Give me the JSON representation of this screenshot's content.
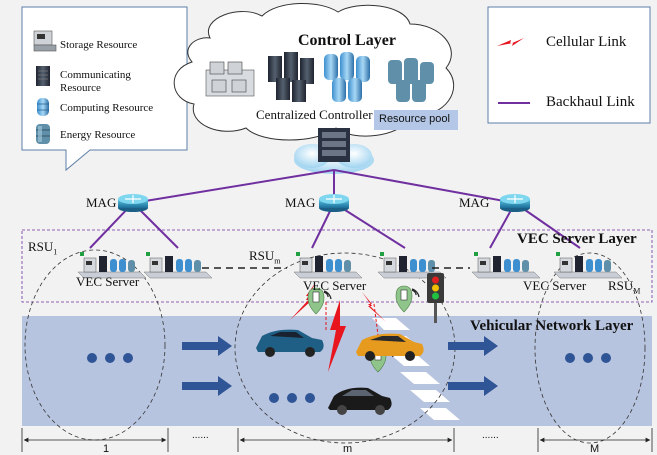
{
  "control": {
    "title": "Control Layer",
    "controller": "Centralized  Controller",
    "pool": "Resource pool"
  },
  "resources_legend": {
    "items": [
      {
        "icon": "storage-icon",
        "text": "Storage Resource"
      },
      {
        "icon": "communicating-icon",
        "text": "Communicating\nResource"
      },
      {
        "icon": "computing-icon",
        "text": "Computing Resource"
      },
      {
        "icon": "energy-icon",
        "text": "Energy Resource"
      }
    ]
  },
  "links_legend": {
    "cellular": "Cellular  Link",
    "backhaul": "Backhaul  Link"
  },
  "mag": {
    "label": "MAG"
  },
  "vec_layer": {
    "title": "VEC  Server Layer",
    "rsu1": "RSU",
    "rsu1_sub": "1",
    "rsum": "RSU",
    "rsum_sub": "m",
    "rsuM": "RSU",
    "rsuM_sub": "M",
    "server": "VEC  Server"
  },
  "vehicular_layer": {
    "title": "Vehicular  Network Layer"
  },
  "segments": {
    "first": "1",
    "middle": "m",
    "last": "M",
    "ellipsis": "......"
  },
  "colors": {
    "backhaul": "#7030a0",
    "cellular": "#e8141e",
    "arrow": "#2f5597",
    "road": "#b7c4df",
    "background": "#f2f2f2",
    "pool_box": "#b4c7e7"
  }
}
